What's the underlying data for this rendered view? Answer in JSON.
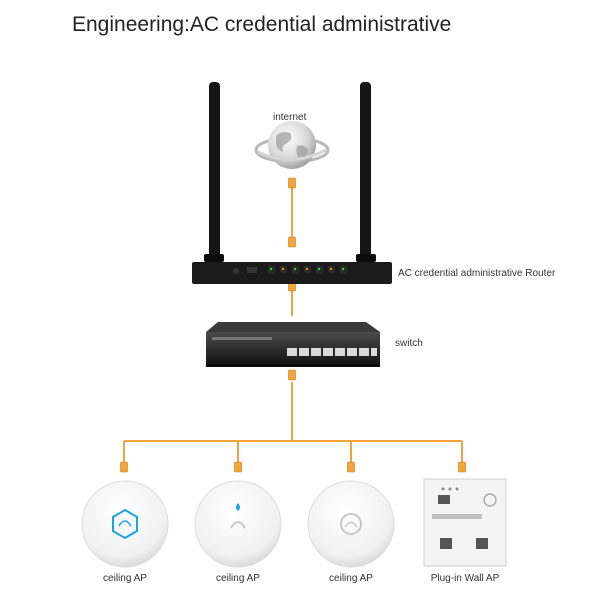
{
  "title": "Engineering:AC credential administrative",
  "nodes": {
    "internet": {
      "label": "internet",
      "icon": "globe-icon"
    },
    "router": {
      "label": "AC credential administrative Router",
      "icon": "router-icon"
    },
    "switch": {
      "label": "switch",
      "icon": "switch-icon"
    },
    "devices": [
      {
        "label": "ceiling AP",
        "icon": "ceiling-ap-icon"
      },
      {
        "label": "ceiling AP",
        "icon": "ceiling-ap-icon"
      },
      {
        "label": "ceiling AP",
        "icon": "ceiling-ap-icon"
      },
      {
        "label": "Plug-in Wall AP",
        "icon": "wall-ap-icon"
      }
    ]
  },
  "colors": {
    "cable": "#f2a33a",
    "device_dark": "#1a1a1a",
    "panel_white": "#f4f4f4",
    "ap_accent": "#19a6e8"
  }
}
